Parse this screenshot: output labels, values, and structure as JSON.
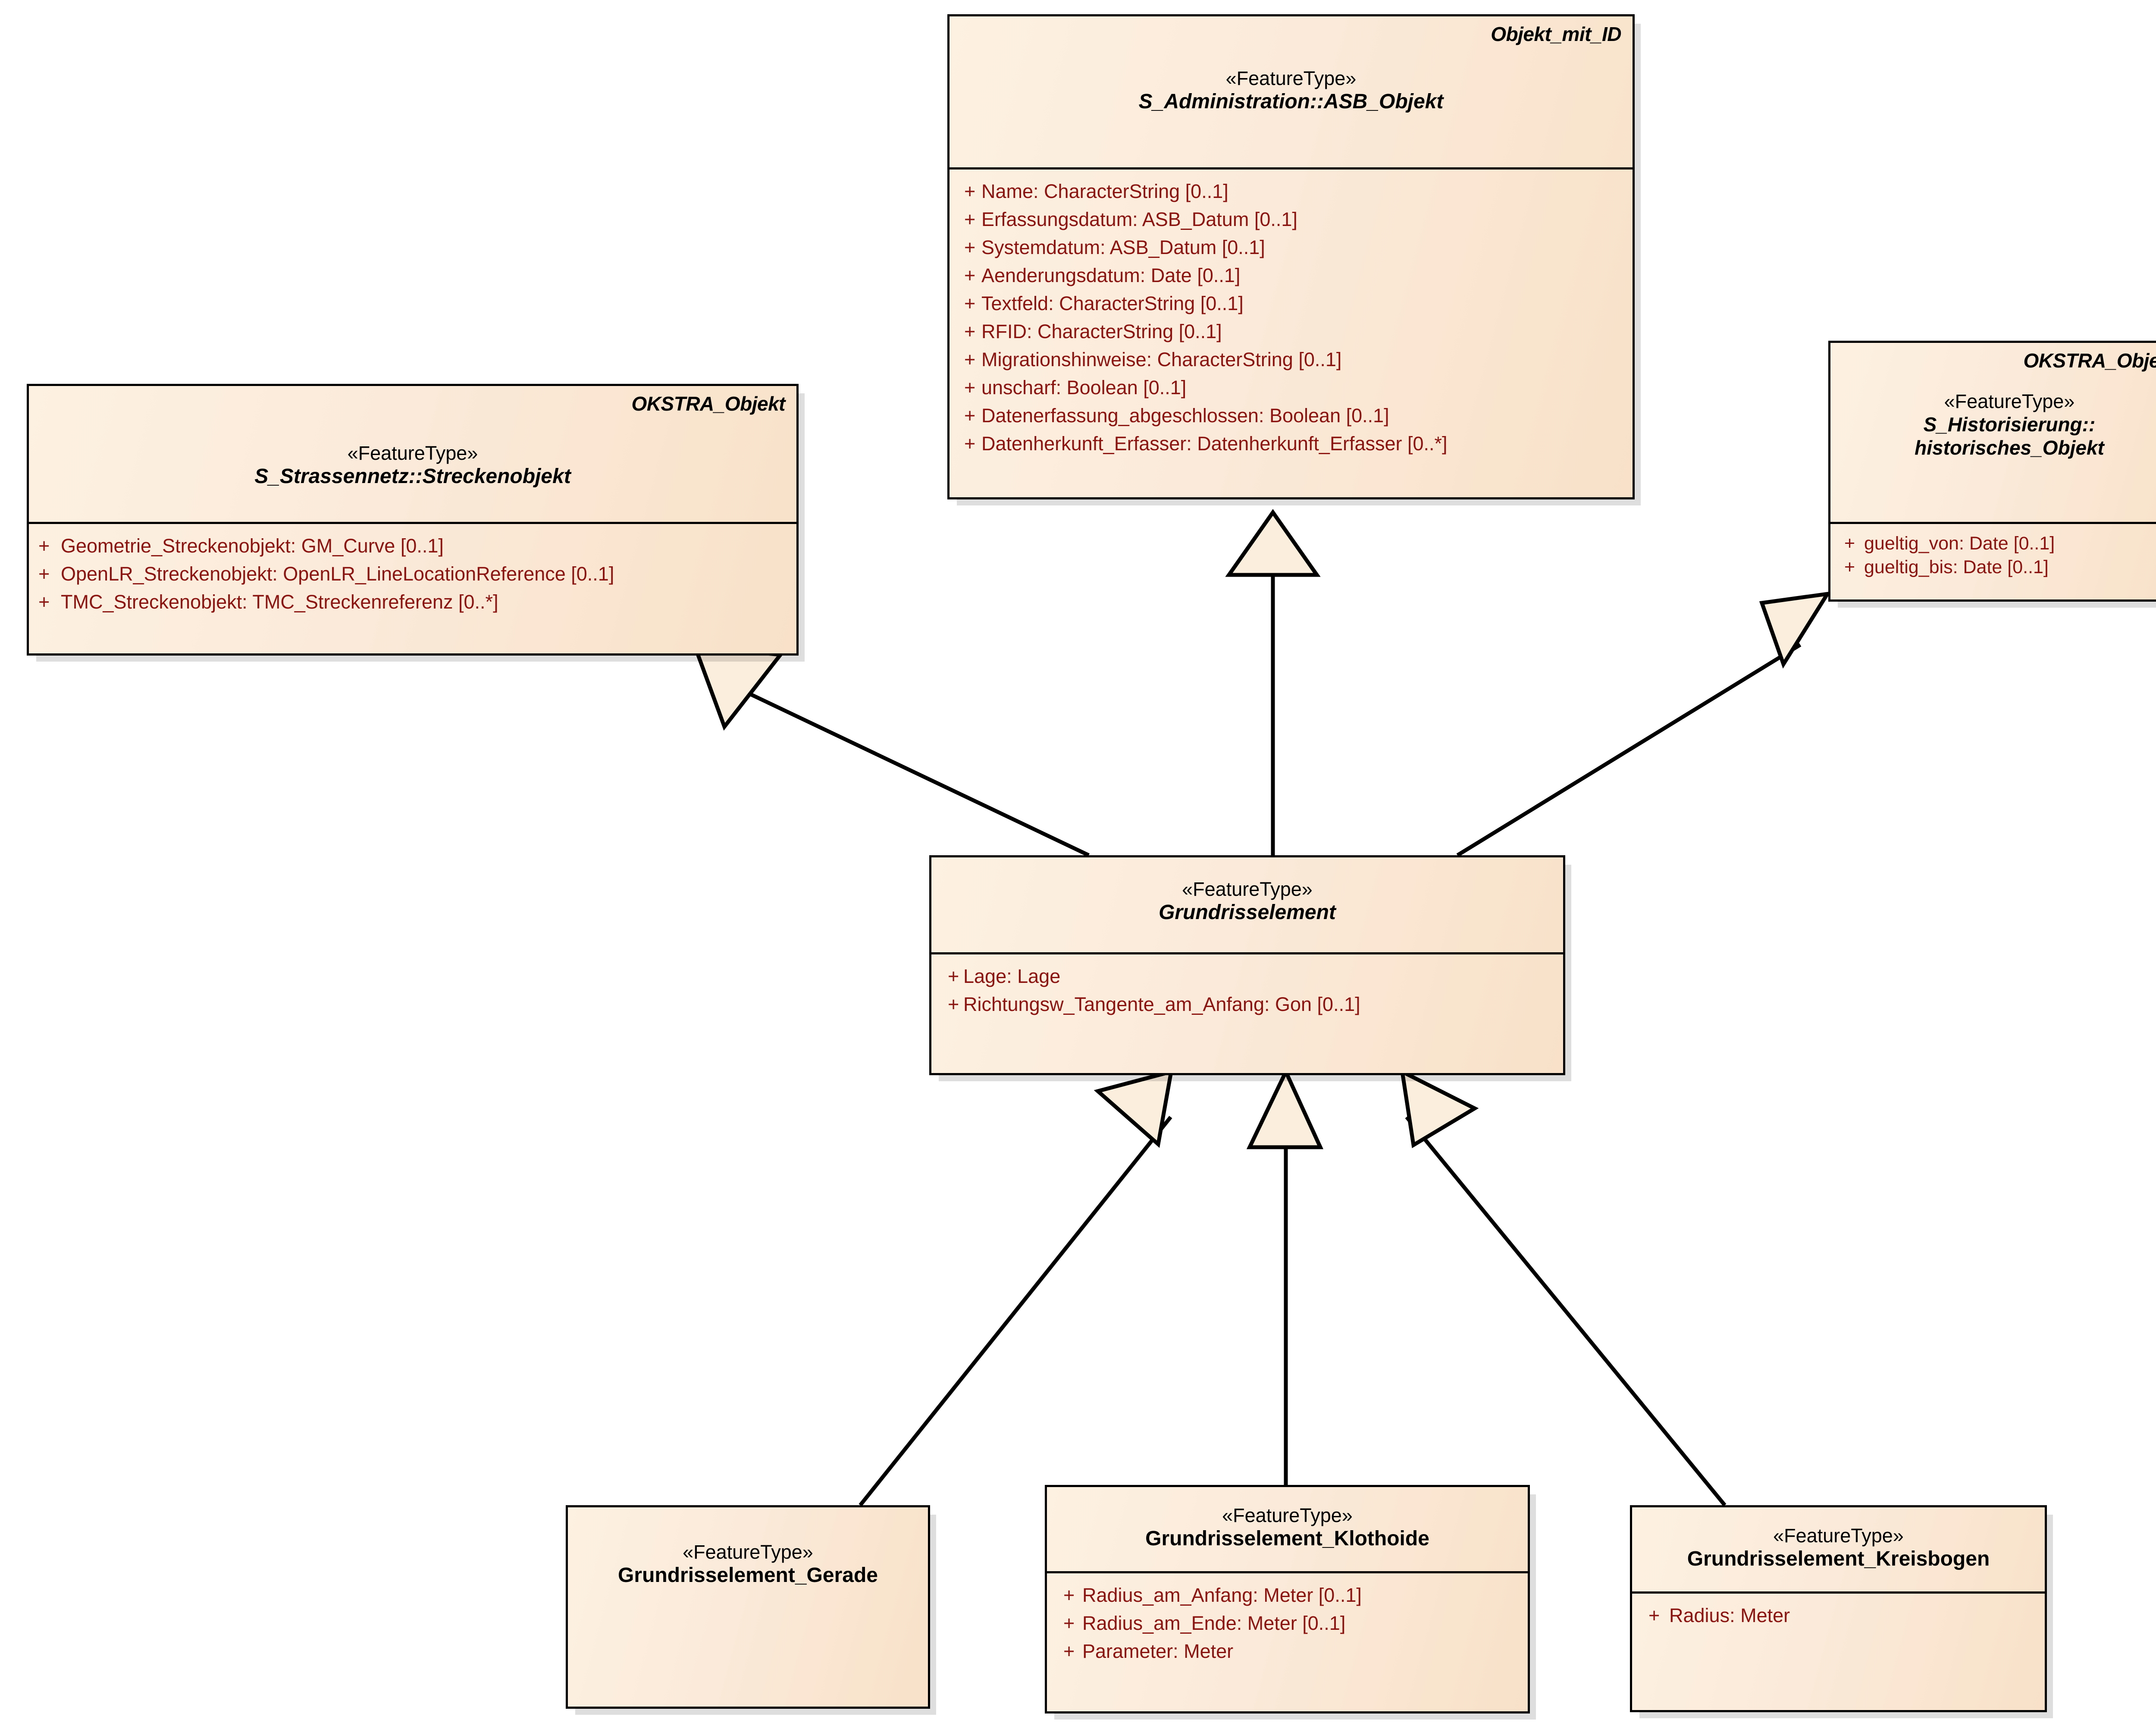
{
  "diagram": {
    "type": "uml-class-diagram",
    "background": "#ffffff",
    "class_fill": "#fbeada",
    "class_border": "#000000",
    "attribute_color": "#8c1410",
    "name_color": "#000000"
  },
  "classes": {
    "asb_objekt": {
      "tagline": "Objekt_mit_ID",
      "stereotype": "«FeatureType»",
      "name": "S_Administration::ASB_Objekt",
      "attributes": [
        {
          "visibility": "+",
          "signature": "Name: CharacterString [0..1]"
        },
        {
          "visibility": "+",
          "signature": "Erfassungsdatum: ASB_Datum [0..1]"
        },
        {
          "visibility": "+",
          "signature": "Systemdatum: ASB_Datum [0..1]"
        },
        {
          "visibility": "+",
          "signature": "Aenderungsdatum: Date [0..1]"
        },
        {
          "visibility": "+",
          "signature": "Textfeld: CharacterString [0..1]"
        },
        {
          "visibility": "+",
          "signature": "RFID: CharacterString [0..1]"
        },
        {
          "visibility": "+",
          "signature": "Migrationshinweise: CharacterString [0..1]"
        },
        {
          "visibility": "+",
          "signature": "unscharf: Boolean [0..1]"
        },
        {
          "visibility": "+",
          "signature": "Datenerfassung_abgeschlossen: Boolean [0..1]"
        },
        {
          "visibility": "+",
          "signature": "Datenherkunft_Erfasser: Datenherkunft_Erfasser [0..*]"
        }
      ]
    },
    "streckenobjekt": {
      "tagline": "OKSTRA_Objekt",
      "stereotype": "«FeatureType»",
      "name": "S_Strassennetz::Streckenobjekt",
      "attributes": [
        {
          "visibility": "+",
          "signature": "Geometrie_Streckenobjekt: GM_Curve [0..1]"
        },
        {
          "visibility": "+",
          "signature": "OpenLR_Streckenobjekt: OpenLR_LineLocationReference [0..1]"
        },
        {
          "visibility": "+",
          "signature": "TMC_Streckenobjekt: TMC_Streckenreferenz [0..*]"
        }
      ]
    },
    "historisches_objekt": {
      "tagline": "OKSTRA_Objekt",
      "stereotype": "«FeatureType»",
      "name_line1": "S_Historisierung::",
      "name_line2": "historisches_Objekt",
      "attributes": [
        {
          "visibility": "+",
          "signature": "gueltig_von: Date [0..1]"
        },
        {
          "visibility": "+",
          "signature": "gueltig_bis: Date [0..1]"
        }
      ]
    },
    "grundrisselement": {
      "stereotype": "«FeatureType»",
      "name": "Grundrisselement",
      "attributes": [
        {
          "visibility": "+",
          "signature": "Lage: Lage"
        },
        {
          "visibility": "+",
          "signature": "Richtungsw_Tangente_am_Anfang: Gon [0..1]"
        }
      ]
    },
    "grundrisselement_gerade": {
      "stereotype": "«FeatureType»",
      "name": "Grundrisselement_Gerade",
      "attributes": []
    },
    "grundrisselement_klothoide": {
      "stereotype": "«FeatureType»",
      "name": "Grundrisselement_Klothoide",
      "attributes": [
        {
          "visibility": "+",
          "signature": "Radius_am_Anfang: Meter [0..1]"
        },
        {
          "visibility": "+",
          "signature": "Radius_am_Ende: Meter [0..1]"
        },
        {
          "visibility": "+",
          "signature": "Parameter: Meter"
        }
      ]
    },
    "grundrisselement_kreisbogen": {
      "stereotype": "«FeatureType»",
      "name": "Grundrisselement_Kreisbogen",
      "attributes": [
        {
          "visibility": "+",
          "signature": "Radius: Meter"
        }
      ]
    }
  },
  "relationships": [
    {
      "kind": "generalization",
      "from": "grundrisselement",
      "to": "streckenobjekt"
    },
    {
      "kind": "generalization",
      "from": "grundrisselement",
      "to": "asb_objekt"
    },
    {
      "kind": "generalization",
      "from": "grundrisselement",
      "to": "historisches_objekt"
    },
    {
      "kind": "generalization",
      "from": "grundrisselement_gerade",
      "to": "grundrisselement"
    },
    {
      "kind": "generalization",
      "from": "grundrisselement_klothoide",
      "to": "grundrisselement"
    },
    {
      "kind": "generalization",
      "from": "grundrisselement_kreisbogen",
      "to": "grundrisselement"
    }
  ]
}
